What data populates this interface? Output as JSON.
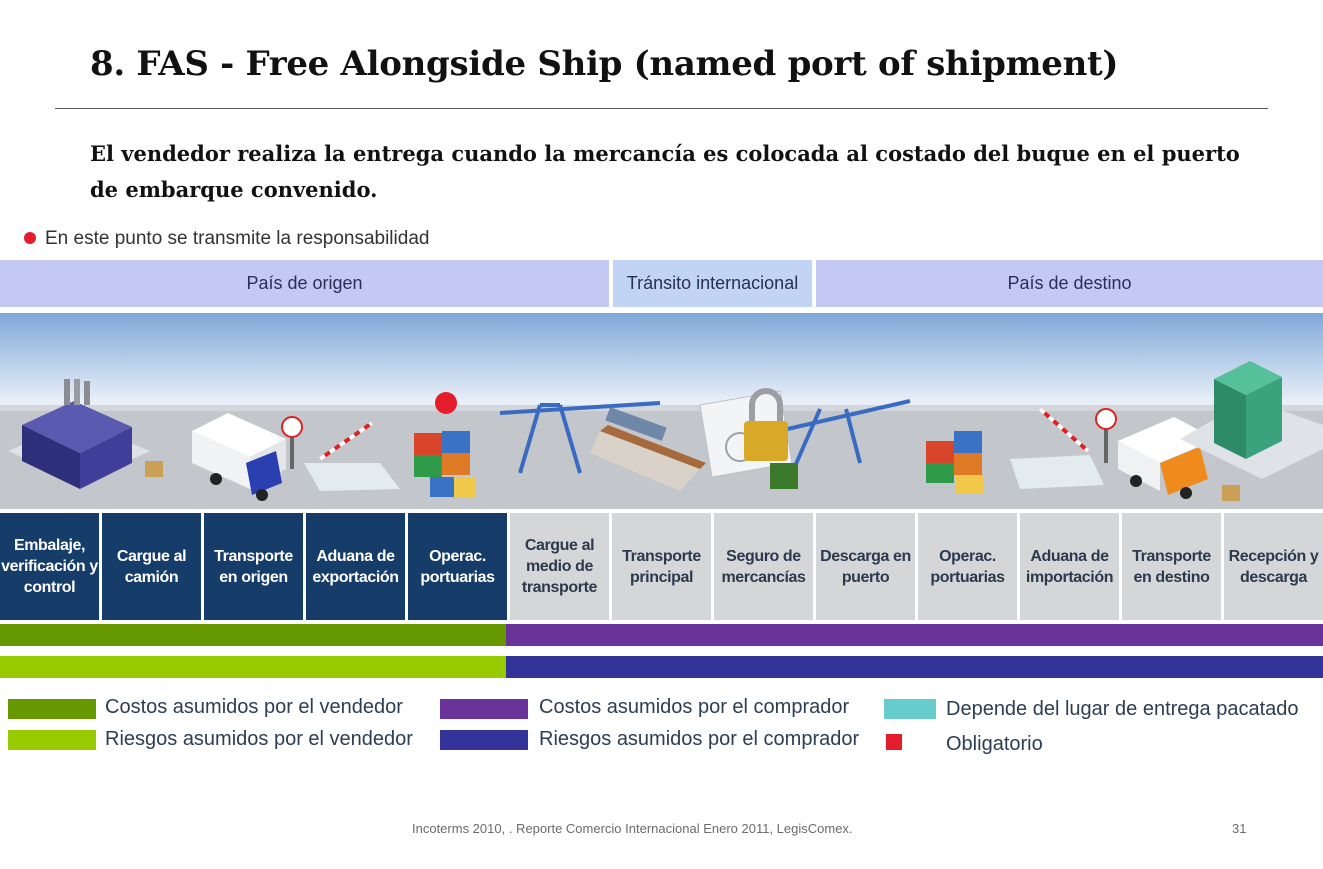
{
  "slide": {
    "title": "8. FAS - Free Alongside Ship (named port of shipment)",
    "subtitle": "El vendedor realiza la entrega  cuando la mercancía es colocada al costado del buque en el puerto de embarque convenido.",
    "note": "En este punto se transmite la responsabilidad"
  },
  "regions": {
    "origin": "País de origen",
    "transit": "Tránsito internacional",
    "destination": "País de destino"
  },
  "steps": [
    "Embalaje, verificación y control",
    "Cargue al camión",
    "Transporte en origen",
    "Aduana de exportación",
    "Operac. portuarias",
    "Cargue al medio de transporte",
    "Transporte principal",
    "Seguro de mercancías",
    "Descarga en puerto",
    "Operac. portuarias",
    "Aduana de importación",
    "Transporte en destino",
    "Recepción y descarga"
  ],
  "seller_step_count": 5,
  "legend": {
    "seller_costs": "Costos asumidos por el vendedor",
    "seller_risks": "Riesgos asumidos por el vendedor",
    "buyer_costs": "Costos asumidos por el comprador",
    "buyer_risks": "Riesgos asumidos por el comprador",
    "depends": "Depende del lugar de entrega pacatado",
    "mandatory": "Obligatorio"
  },
  "colors": {
    "seller_costs": "#669900",
    "seller_risks": "#99cc00",
    "buyer_costs": "#6a3399",
    "buyer_risks": "#333399",
    "depends": "#66cccc",
    "mandatory": "#e51d2b"
  },
  "footer": {
    "source": "Incoterms 2010, . Reporte Comercio Internacional Enero 2011, LegisComex.",
    "page": "31"
  }
}
